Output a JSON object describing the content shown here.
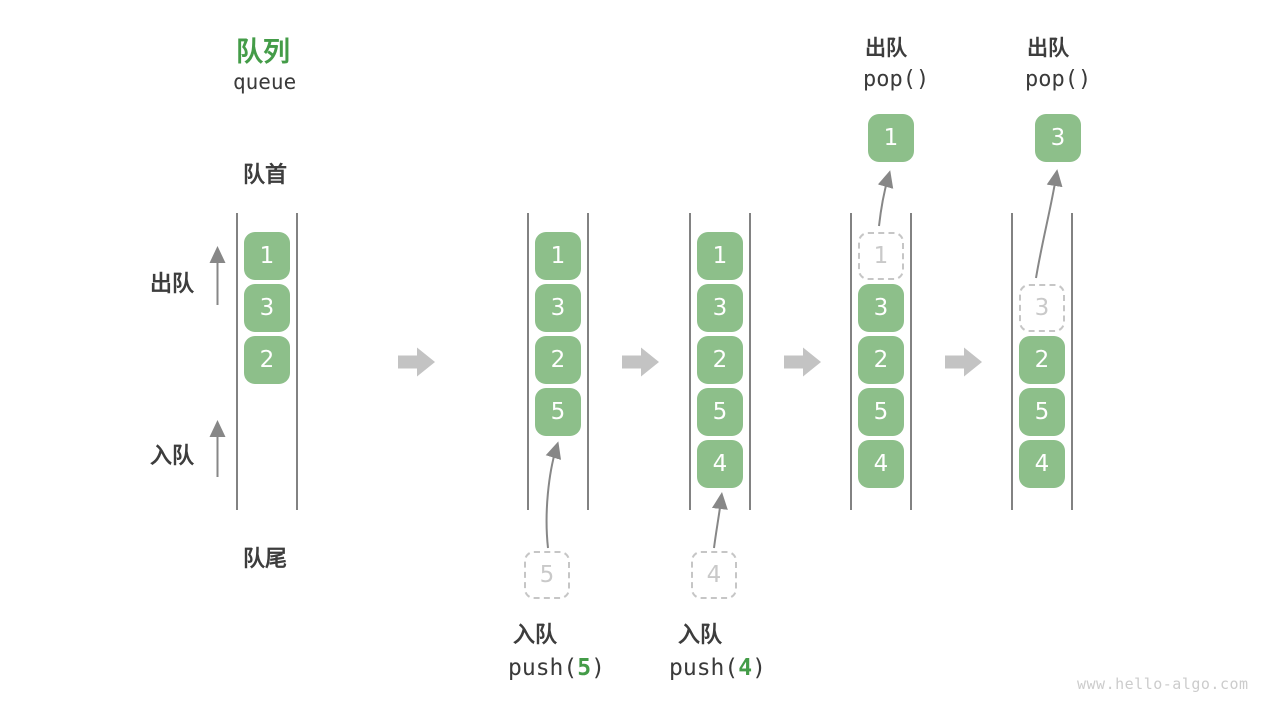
{
  "title": {
    "zh": "队列",
    "en": "queue"
  },
  "side_labels": {
    "front": "队首",
    "rear": "队尾",
    "dequeue": "出队",
    "enqueue": "入队"
  },
  "columns": [
    {
      "cells": [
        "1",
        "3",
        "2"
      ]
    },
    {
      "cells": [
        "1",
        "3",
        "2",
        "5"
      ],
      "pending_value": "5",
      "action": {
        "label": "入队",
        "code_pre": "push(",
        "code_arg": "5",
        "code_post": ")"
      }
    },
    {
      "cells": [
        "1",
        "3",
        "2",
        "5",
        "4"
      ],
      "pending_value": "4",
      "action": {
        "label": "入队",
        "code_pre": "push(",
        "code_arg": "4",
        "code_post": ")"
      }
    },
    {
      "cells": [
        "1",
        "3",
        "2",
        "5",
        "4"
      ],
      "dashed_index": 0,
      "popped_value": "1",
      "action": {
        "label": "出队",
        "code": "pop()"
      }
    },
    {
      "cells": [
        "3",
        "2",
        "5",
        "4"
      ],
      "dashed_index": 0,
      "slot_offset": 1,
      "popped_value": "3",
      "action": {
        "label": "出队",
        "code": "pop()"
      }
    }
  ],
  "watermark": "www.hello-algo.com",
  "colors": {
    "box_green": "#8dbf8a",
    "accent_green": "#449c48",
    "dark_text": "#3d3d3d",
    "block_arrow_gray": "#c3c3c3",
    "thin_arrow_gray": "#878787",
    "dashed_border": "#c6c6c6",
    "column_line": "#4d4d4d",
    "watermark_gray": "#cccccc"
  }
}
